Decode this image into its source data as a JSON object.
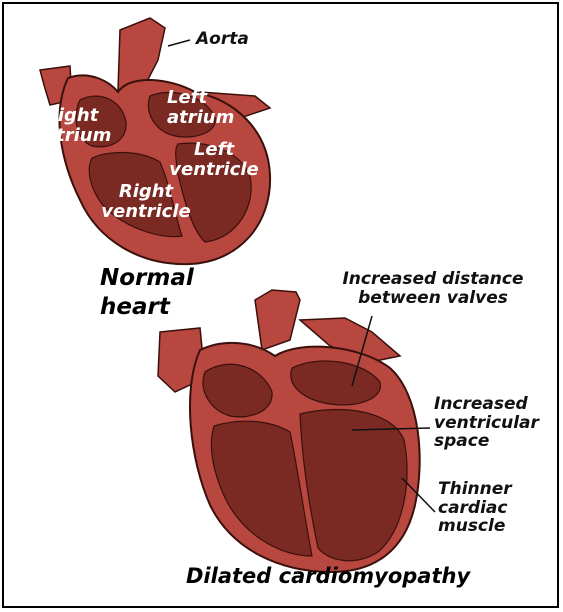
{
  "colors": {
    "muscle": "#b8473f",
    "chamber": "#7a2a22",
    "edge": "#3a100c",
    "text_on_heart": "#ffffff",
    "text": "#000000"
  },
  "normal_heart": {
    "title": "Normal heart",
    "labels": {
      "aorta": "Aorta",
      "right_atrium": "Right atrium",
      "left_atrium": "Left atrium",
      "left_ventricle": "Left ventricle",
      "right_ventricle": "Right ventricle"
    }
  },
  "dilated_heart": {
    "title": "Dilated cardiomyopathy",
    "annotations": {
      "valve_distance": "Increased distance between valves",
      "ventricular_space": "Increased ventricular space",
      "thinner_muscle": "Thinner cardiac muscle"
    }
  }
}
